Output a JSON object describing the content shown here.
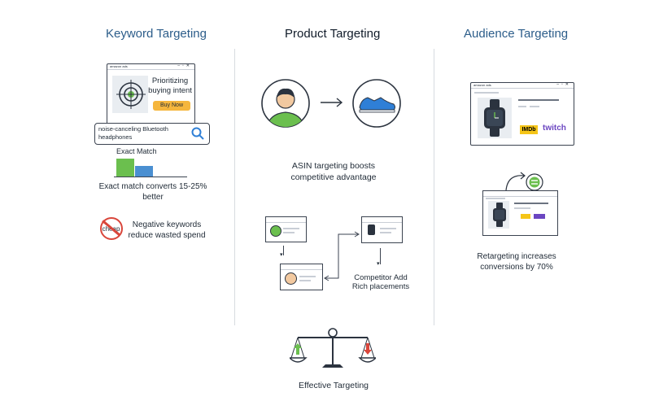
{
  "columns": {
    "keyword": {
      "title": "Keyword Targeting",
      "browser_brand": "amazon ads",
      "browser_text": "Prioritizing buying intent",
      "buy_now": "Buy Now",
      "search_query": "noise-canceling Bluetooth headphones",
      "exact_match_label": "Exact Match",
      "exact_match_caption": "Exact match converts 15-25% better",
      "negative_icon_text": "cheap",
      "negative_caption": "Negative keywords reduce wasted spend"
    },
    "product": {
      "title": "Product Targeting",
      "asin_caption": "ASIN targeting boosts competitive advantage",
      "competitor_caption": "Competitor Add Rich placements"
    },
    "audience": {
      "title": "Audience Targeting",
      "browser_brand": "amazon ads",
      "imdb": "IMDb",
      "twitch": "twitch",
      "retarget_caption": "Retargeting increases conversions by 70%"
    }
  },
  "footer": {
    "label": "Effective Targeting"
  },
  "colors": {
    "blue_title": "#2c5d8a",
    "green": "#6bbf4e",
    "blue_bar": "#4a8fd1",
    "orange": "#f5b63d",
    "red": "#d9463b",
    "shoe": "#2f7fd6"
  }
}
